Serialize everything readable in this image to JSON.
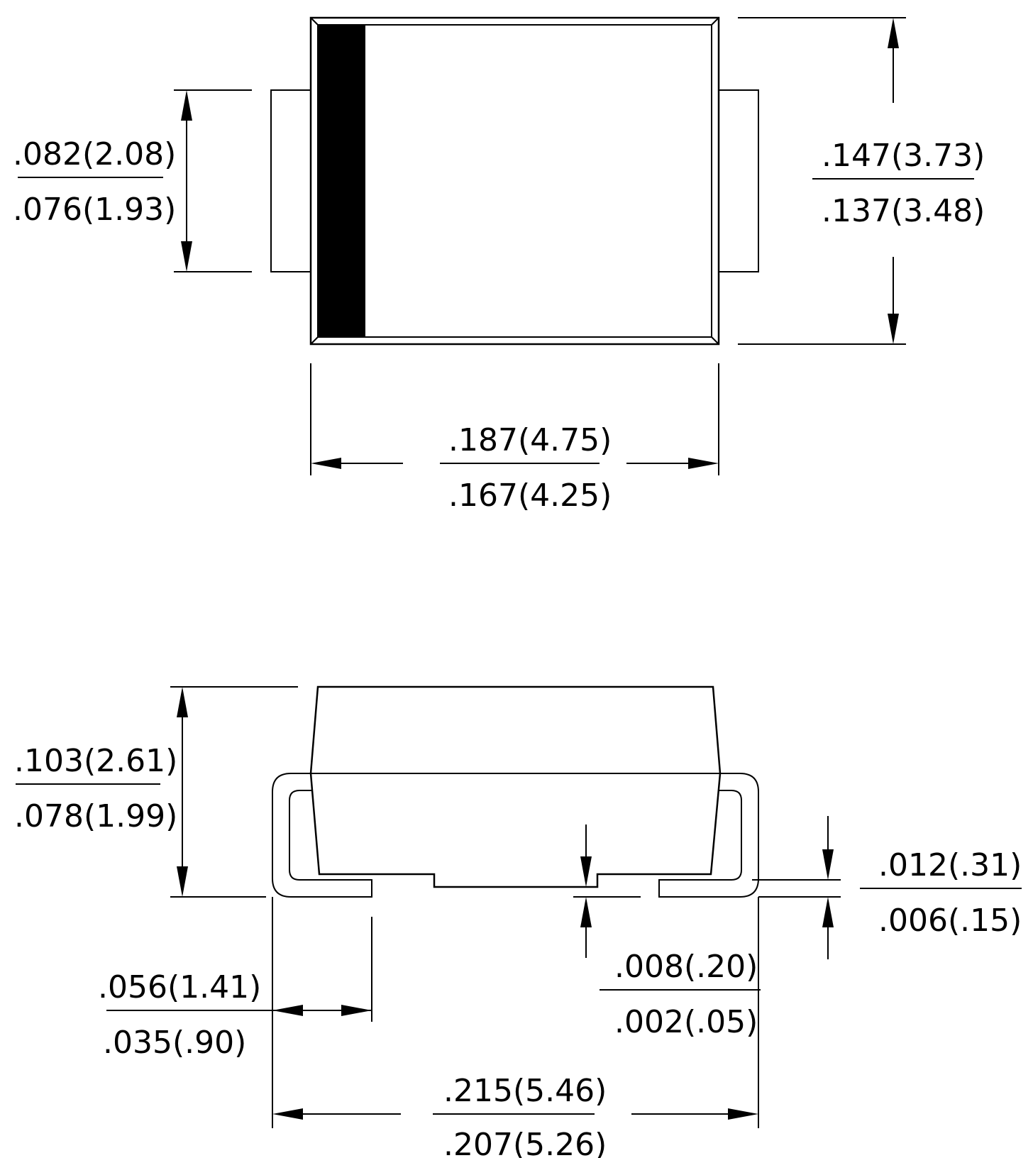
{
  "top_view": {
    "body_height": {
      "max": ".147(3.73)",
      "min": ".137(3.48)"
    },
    "lead_width": {
      "max": ".082(2.08)",
      "min": ".076(1.93)"
    },
    "body_length": {
      "max": ".187(4.75)",
      "min": ".167(4.25)"
    }
  },
  "side_view": {
    "overall_height": {
      "max": ".103(2.61)",
      "min": ".078(1.99)"
    },
    "lead_thickness": {
      "max": ".012(.31)",
      "min": ".006(.15)"
    },
    "standoff": {
      "max": ".008(.20)",
      "min": ".002(.05)"
    },
    "lead_length": {
      "max": ".056(1.41)",
      "min": ".035(.90)"
    },
    "overall_length": {
      "max": ".215(5.46)",
      "min": ".207(5.26)"
    }
  },
  "colors": {
    "ink": "#000000",
    "background": "#ffffff"
  }
}
